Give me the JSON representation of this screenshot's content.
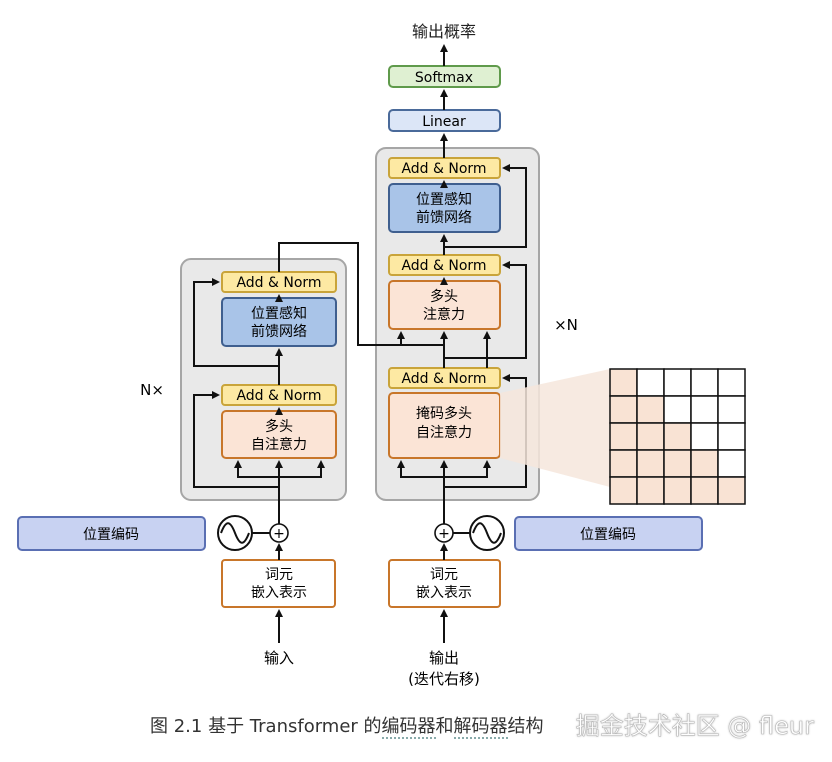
{
  "title": "输出概率",
  "softmax": "Softmax",
  "linear": "Linear",
  "add_norm": "Add & Norm",
  "ffn": [
    "位置感知",
    "前馈网络"
  ],
  "encoder_attn": [
    "多头",
    "自注意力"
  ],
  "decoder_cross_attn": [
    "多头",
    "注意力"
  ],
  "decoder_masked_attn": [
    "掩码多头",
    "自注意力"
  ],
  "repeat_left": "N×",
  "repeat_right": "×N",
  "pos_encoding": "位置编码",
  "plus_sign": "+",
  "embedding": [
    "词元",
    "嵌入表示"
  ],
  "input_label": "输入",
  "output_label": [
    "输出",
    "(迭代右移)"
  ],
  "caption": {
    "prefix": "图 2.1   基于 Transformer 的",
    "term1": "编码器",
    "mid": "和",
    "term2": "解码器",
    "suffix": "结构"
  },
  "watermark": "掘金技术社区 @ fleur",
  "mask_grid": [
    [
      1,
      0,
      0,
      0,
      0
    ],
    [
      1,
      1,
      0,
      0,
      0
    ],
    [
      1,
      1,
      1,
      0,
      0
    ],
    [
      1,
      1,
      1,
      1,
      0
    ],
    [
      1,
      1,
      1,
      1,
      1
    ]
  ],
  "colors": {
    "outer_fill": "#e9e9e9",
    "outer_stroke": "#a6a6a6",
    "addnorm_fill": "#fde9a3",
    "addnorm_stroke": "#c9a43a",
    "ffn_fill": "#a9c4e8",
    "ffn_stroke": "#3f5f8f",
    "attn_fill": "#fbe4d6",
    "attn_stroke": "#c8762a",
    "linear_fill": "#dce6f7",
    "linear_stroke": "#4a6a9a",
    "softmax_fill": "#dff0d2",
    "softmax_stroke": "#5f9a4b",
    "pos_fill": "#c8d2f2",
    "pos_stroke": "#5a6fb3",
    "mask_fill": "#f9e3d4"
  }
}
